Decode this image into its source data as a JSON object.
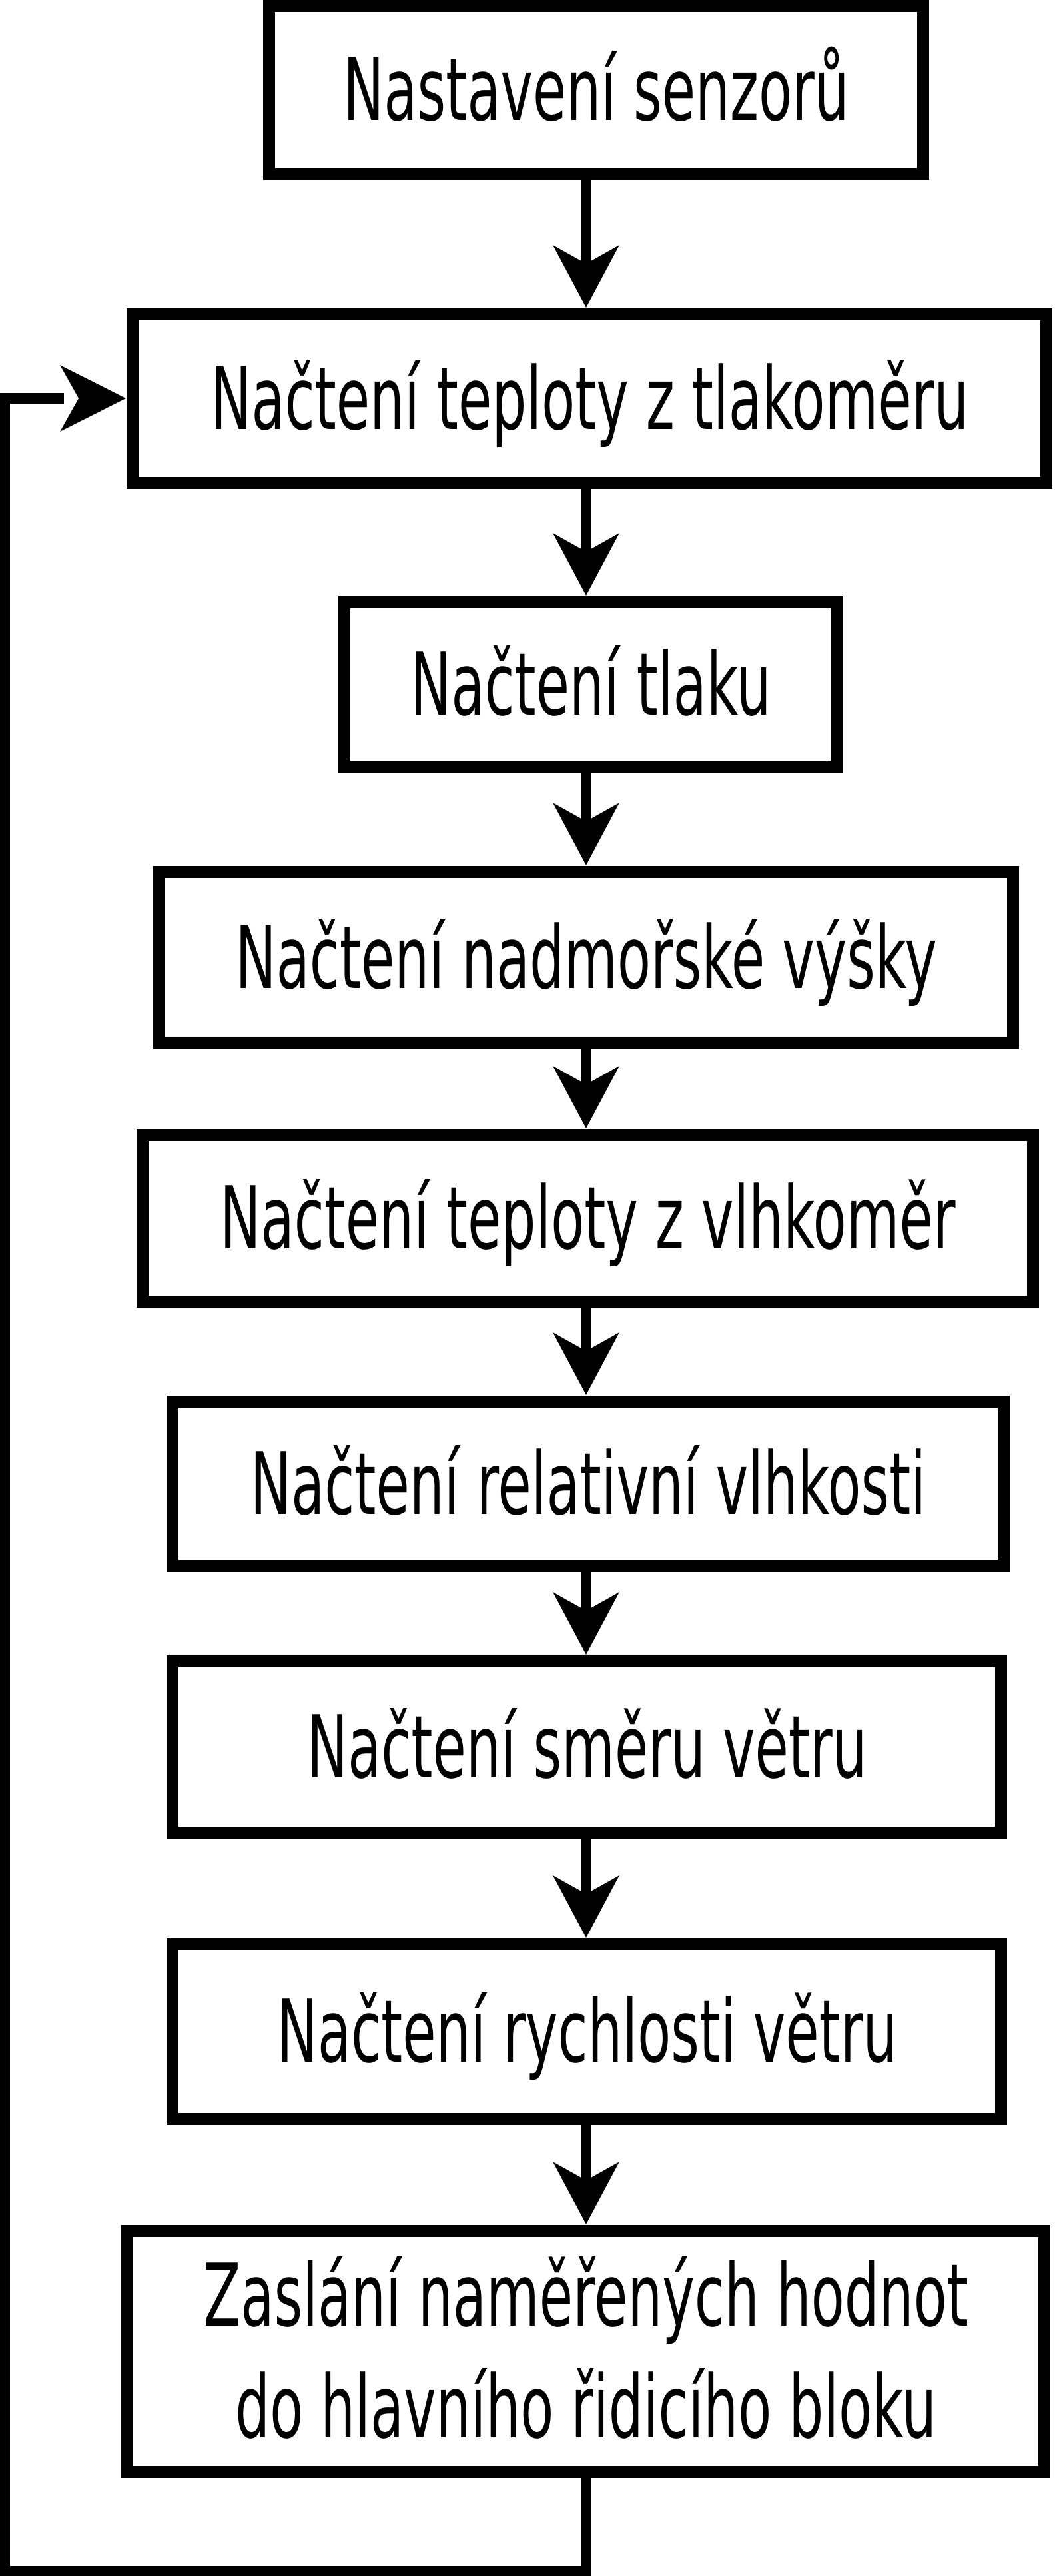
{
  "diagram": {
    "type": "flowchart",
    "background_color": "#ffffff",
    "line_color": "#000000",
    "box_fill_color": "#ffffff",
    "box_border_color": "#000000",
    "nodes": [
      {
        "id": "setup-sensors",
        "label": "Nastavení senzorů"
      },
      {
        "id": "read-temperature-from-barometer",
        "label": "Načtení teploty z tlakoměru"
      },
      {
        "id": "read-pressure",
        "label": "Načtení tlaku"
      },
      {
        "id": "read-altitude",
        "label": "Načtení nadmořské výšky"
      },
      {
        "id": "read-temperature-from-hygrometer",
        "label": "Načtení teploty z vlhkoměr"
      },
      {
        "id": "read-relative-humidity",
        "label": "Načtení relativní vlhkosti"
      },
      {
        "id": "read-wind-direction",
        "label": "Načtení směru větru"
      },
      {
        "id": "read-wind-speed",
        "label": "Načtení rychlosti větru"
      },
      {
        "id": "send-measured-values",
        "label": "Zaslání naměřených hodnot do hlavního řidicího bloku",
        "label_line1": "Zaslání naměřených hodnot",
        "label_line2": "do hlavního řidicího bloku"
      }
    ],
    "edges": [
      {
        "from": "setup-sensors",
        "to": "read-temperature-from-barometer",
        "style": "arrow-down"
      },
      {
        "from": "read-temperature-from-barometer",
        "to": "read-pressure",
        "style": "arrow-down"
      },
      {
        "from": "read-pressure",
        "to": "read-altitude",
        "style": "arrow-down"
      },
      {
        "from": "read-altitude",
        "to": "read-temperature-from-hygrometer",
        "style": "arrow-down"
      },
      {
        "from": "read-temperature-from-hygrometer",
        "to": "read-relative-humidity",
        "style": "arrow-down"
      },
      {
        "from": "read-relative-humidity",
        "to": "read-wind-direction",
        "style": "arrow-down"
      },
      {
        "from": "read-wind-direction",
        "to": "read-wind-speed",
        "style": "arrow-down"
      },
      {
        "from": "read-wind-speed",
        "to": "send-measured-values",
        "style": "arrow-down"
      },
      {
        "from": "send-measured-values",
        "to": "read-temperature-from-barometer",
        "style": "loop-back-left"
      }
    ]
  }
}
